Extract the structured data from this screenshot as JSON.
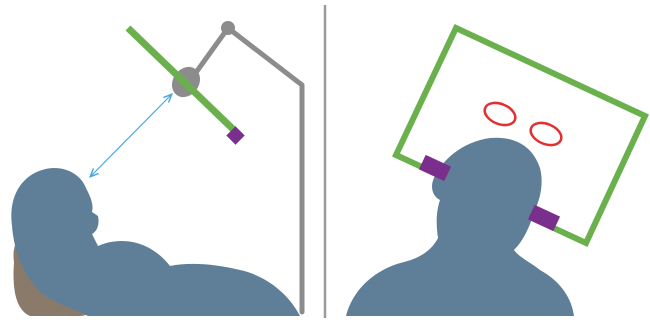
{
  "figure": {
    "panels": [
      {
        "id": "left",
        "depicts": "reclined-person-with-mounted-panel",
        "parts": [
          "head",
          "pillow",
          "support-arm",
          "panel-edge",
          "clip",
          "distance-indicator"
        ]
      },
      {
        "id": "right",
        "depicts": "person-facing-panel",
        "parts": [
          "head",
          "panel-frame",
          "left-clip",
          "right-clip",
          "eye-markers"
        ]
      }
    ],
    "colors": {
      "figure": "#5f7f98",
      "pillow": "#8a7a69",
      "panel": "#6ab04c",
      "clip": "#7b2f8d",
      "arm": "#8c8c8c",
      "divider": "#9a9a9a",
      "distance_arrow": "#4aa8e0",
      "eye_marker": "#e03030"
    }
  }
}
